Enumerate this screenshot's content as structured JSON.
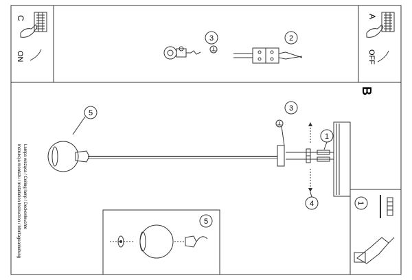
{
  "panel_c": {
    "letter": "C",
    "state": "ON"
  },
  "panel_a": {
    "letter": "A",
    "state": "OFF"
  },
  "panel_b": {
    "letter": "B"
  },
  "steps": {
    "s1": "1",
    "s2": "2",
    "s3": "3",
    "s4": "4",
    "s5": "5"
  },
  "caption": {
    "line1": "Instrukcja montażu / Installation Instruction / Montageanleitung",
    "line2": "Lampa wisząca / Ceiling lamp / Deckenleuchte"
  },
  "colors": {
    "line": "#333333",
    "bg": "#ffffff",
    "mark": "#111111"
  }
}
